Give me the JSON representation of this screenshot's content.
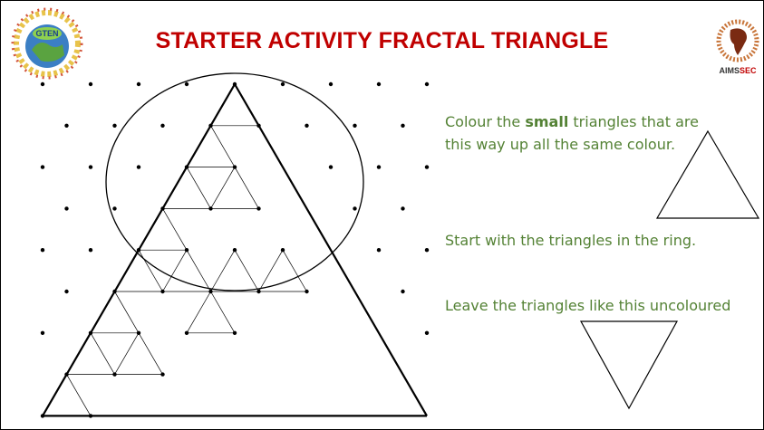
{
  "title": "STARTER ACTIVITY FRACTAL TRIANGLE",
  "logo_left_text": "GTEN",
  "logo_right_text": "AIMS",
  "logo_right_text_accent": "SEC",
  "instructions": {
    "line1_prefix": "Colour the ",
    "line1_bold": "small",
    "line1_suffix": " triangles that are",
    "line2": "this way up all the same colour.",
    "ring": "Start with the triangles in the ring.",
    "leave": "Leave the triangles like this uncoloured"
  },
  "colors": {
    "title": "#c00000",
    "instructions": "#548235",
    "lines": "#000000"
  },
  "icons": {
    "upright_triangle": "triangle-up-icon",
    "inverted_triangle": "triangle-down-icon"
  }
}
